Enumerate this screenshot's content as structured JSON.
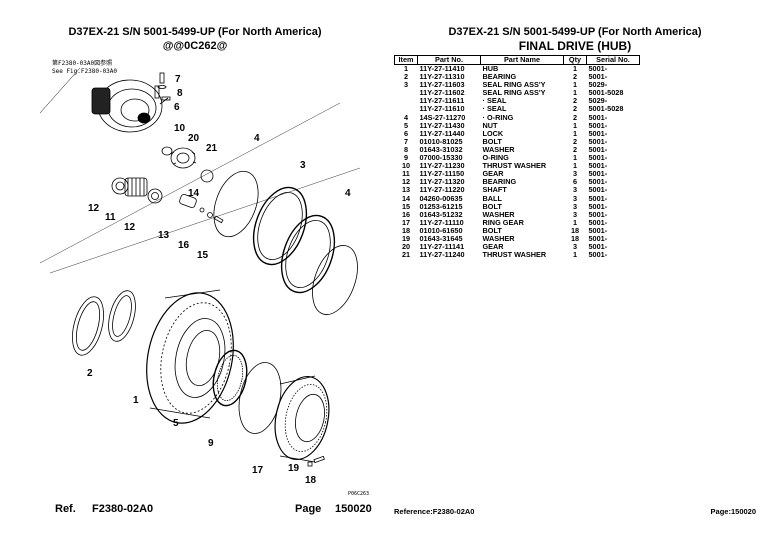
{
  "left_header": {
    "title": "D37EX-21 S/N 5001-5499-UP (For North America)",
    "code": "@@0C262@"
  },
  "right_header": {
    "title": "D37EX-21 S/N 5001-5499-UP (For North America)",
    "subtitle": "FINAL DRIVE (HUB)"
  },
  "diagram": {
    "note_line1": "第F2380-03A0図参照",
    "note_line2": "See Fig.F2380-03A0",
    "corner_code": "P06C263",
    "callouts": [
      "7",
      "8",
      "6",
      "10",
      "20",
      "21",
      "4",
      "3",
      "4",
      "14",
      "12",
      "11",
      "12",
      "13",
      "16",
      "15",
      "2",
      "1",
      "5",
      "9",
      "17",
      "19",
      "18"
    ]
  },
  "table": {
    "headers": {
      "item": "Item",
      "part_no": "Part No.",
      "part_name": "Part Name",
      "qty": "Qty",
      "serial_no": "Serial No."
    },
    "rows": [
      {
        "item": "1",
        "part_no": "11Y-27-11410",
        "name": "HUB",
        "qty": "1",
        "serial": "5001-"
      },
      {
        "item": "2",
        "part_no": "11Y-27-11310",
        "name": "BEARING",
        "qty": "2",
        "serial": "5001-"
      },
      {
        "item": "3",
        "part_no": "11Y-27-11603",
        "name": "SEAL RING ASS'Y",
        "qty": "1",
        "serial": "5029-"
      },
      {
        "item": "",
        "part_no": "11Y-27-11602",
        "name": "SEAL RING ASS'Y",
        "qty": "1",
        "serial": "5001-5028"
      },
      {
        "item": "",
        "part_no": "11Y-27-11611",
        "name": "· SEAL",
        "qty": "2",
        "serial": "5029-"
      },
      {
        "item": "",
        "part_no": "11Y-27-11610",
        "name": "· SEAL",
        "qty": "2",
        "serial": "5001-5028"
      },
      {
        "item": "4",
        "part_no": "14S-27-11270",
        "name": "· O-RING",
        "qty": "2",
        "serial": "5001-"
      },
      {
        "item": "5",
        "part_no": "11Y-27-11430",
        "name": "NUT",
        "qty": "1",
        "serial": "5001-"
      },
      {
        "item": "6",
        "part_no": "11Y-27-11440",
        "name": "LOCK",
        "qty": "1",
        "serial": "5001-"
      },
      {
        "item": "7",
        "part_no": "01010-81025",
        "name": "BOLT",
        "qty": "2",
        "serial": "5001-"
      },
      {
        "item": "8",
        "part_no": "01643-31032",
        "name": "WASHER",
        "qty": "2",
        "serial": "5001-"
      },
      {
        "item": "9",
        "part_no": "07000-15330",
        "name": "O-RING",
        "qty": "1",
        "serial": "5001-"
      },
      {
        "item": "10",
        "part_no": "11Y-27-11230",
        "name": "THRUST WASHER",
        "qty": "1",
        "serial": "5001-"
      },
      {
        "item": "11",
        "part_no": "11Y-27-11150",
        "name": "GEAR",
        "qty": "3",
        "serial": "5001-"
      },
      {
        "item": "12",
        "part_no": "11Y-27-11320",
        "name": "BEARING",
        "qty": "6",
        "serial": "5001-"
      },
      {
        "item": "13",
        "part_no": "11Y-27-11220",
        "name": "SHAFT",
        "qty": "3",
        "serial": "5001-"
      },
      {
        "item": "14",
        "part_no": "04260-00635",
        "name": "BALL",
        "qty": "3",
        "serial": "5001-"
      },
      {
        "item": "15",
        "part_no": "01253-61215",
        "name": "BOLT",
        "qty": "3",
        "serial": "5001-"
      },
      {
        "item": "16",
        "part_no": "01643-51232",
        "name": "WASHER",
        "qty": "3",
        "serial": "5001-"
      },
      {
        "item": "17",
        "part_no": "11Y-27-11110",
        "name": "RING GEAR",
        "qty": "1",
        "serial": "5001-"
      },
      {
        "item": "18",
        "part_no": "01010-61650",
        "name": "BOLT",
        "qty": "18",
        "serial": "5001-"
      },
      {
        "item": "19",
        "part_no": "01643-31645",
        "name": "WASHER",
        "qty": "18",
        "serial": "5001-"
      },
      {
        "item": "20",
        "part_no": "11Y-27-11141",
        "name": "GEAR",
        "qty": "3",
        "serial": "5001-"
      },
      {
        "item": "21",
        "part_no": "11Y-27-11240",
        "name": "THRUST WASHER",
        "qty": "1",
        "serial": "5001-"
      }
    ]
  },
  "footer_left": {
    "ref_label": "Ref.",
    "ref_value": "F2380-02A0",
    "page_label": "Page",
    "page_value": "150020"
  },
  "footer_right": {
    "reference": "Reference:F2380-02A0",
    "page": "Page:150020"
  }
}
